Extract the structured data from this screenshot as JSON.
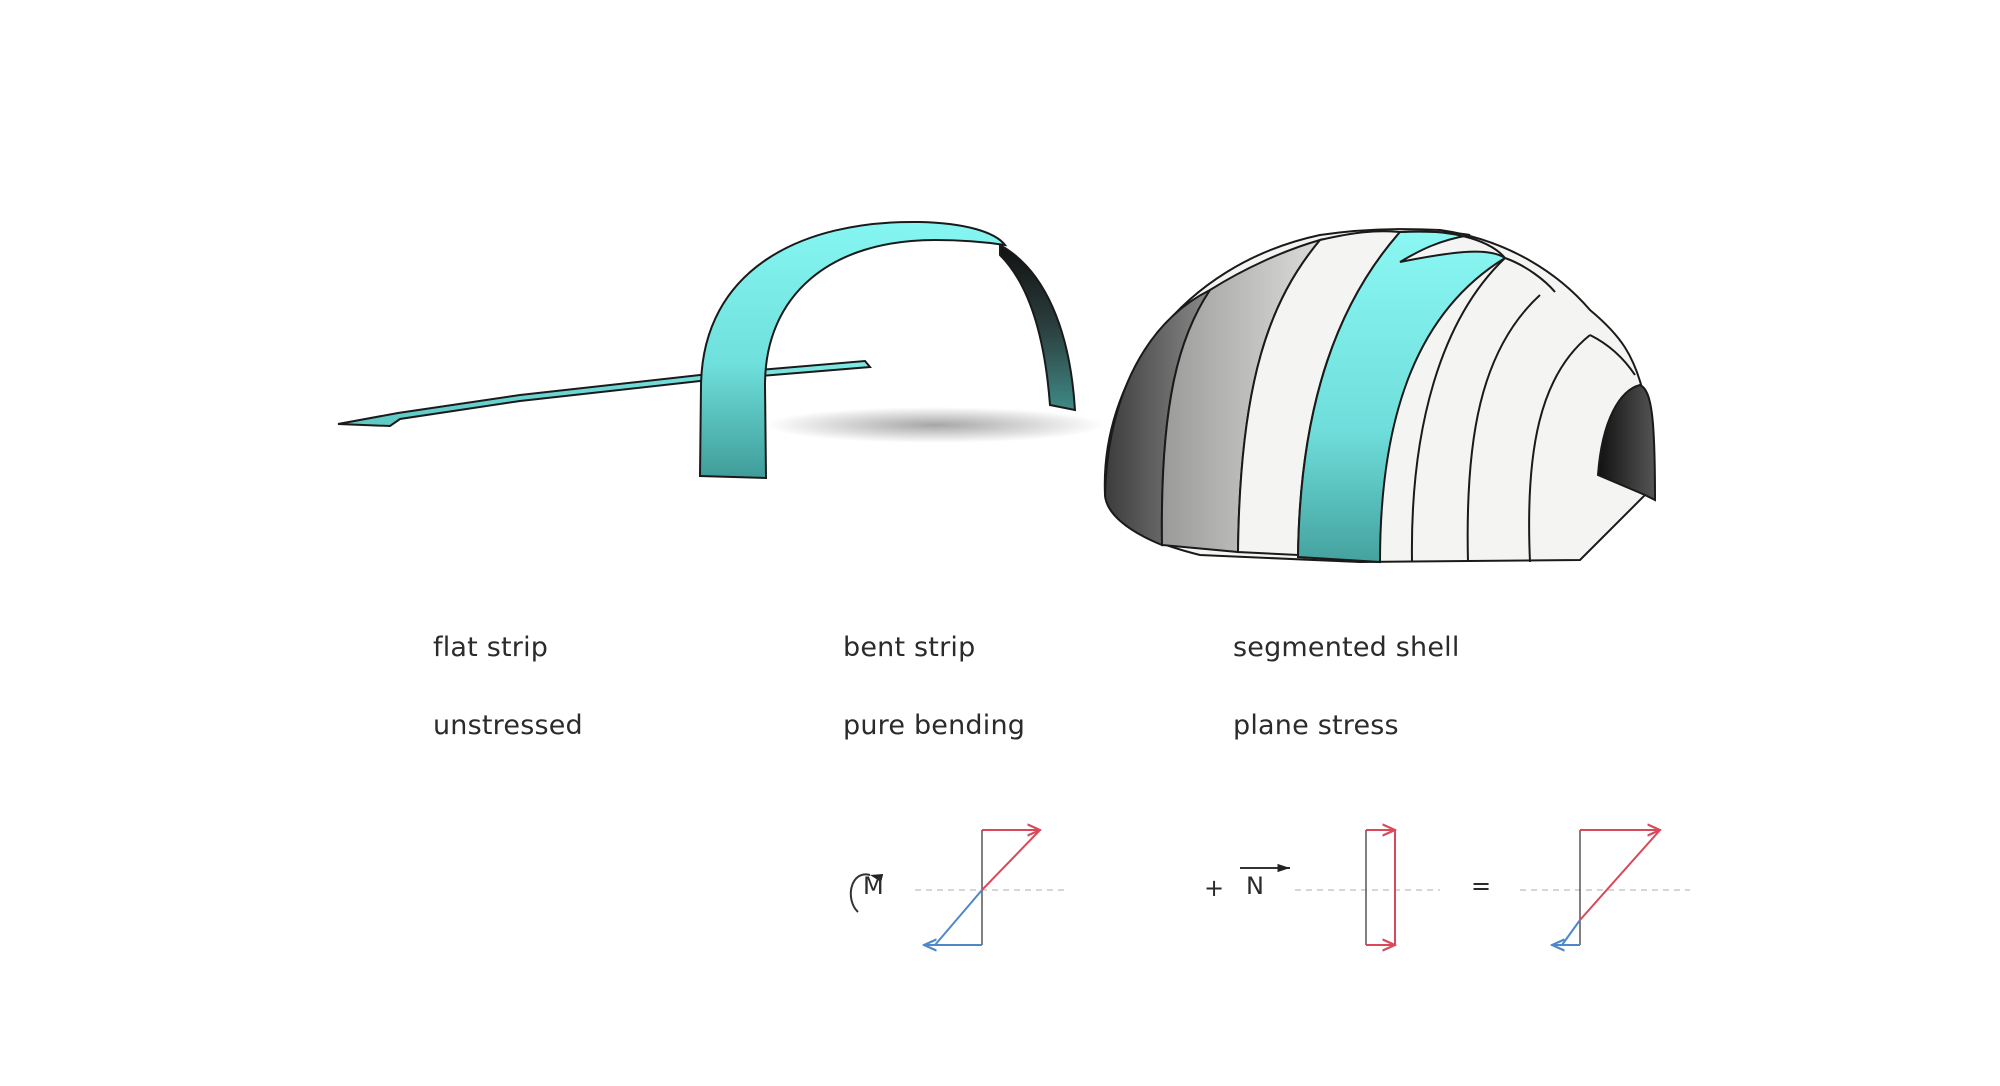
{
  "columns": [
    {
      "name": "flat strip",
      "state": "unstressed"
    },
    {
      "name": "bent strip",
      "state": "pure bending"
    },
    {
      "name": "segmented shell",
      "state": "plane stress"
    }
  ],
  "equation": {
    "moment_symbol": "M",
    "plus": "+",
    "force_symbol": "N",
    "equals": "="
  },
  "colors": {
    "strip_light": "#7ef2ee",
    "strip_dark": "#3e9c98",
    "tension_arrow": "#d9495a",
    "compression_arrow": "#4e88c8",
    "shell_white": "#f7f7f5"
  }
}
